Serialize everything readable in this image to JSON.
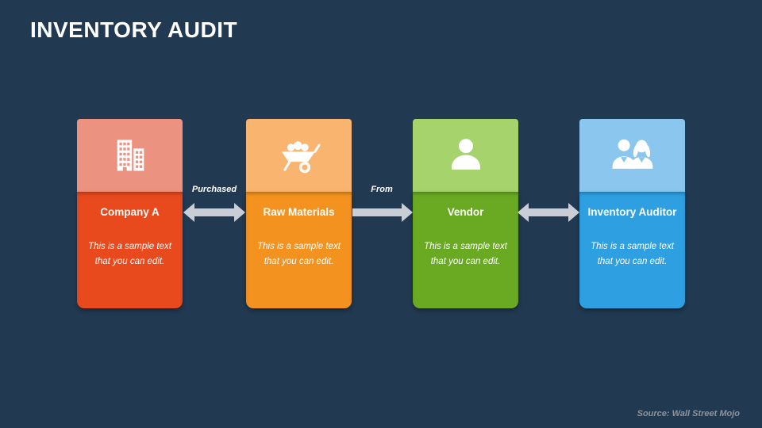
{
  "slide": {
    "title": "INVENTORY AUDIT",
    "background": "#213A52",
    "source_credit": "Source: Wall Street Mojo"
  },
  "arrow_color": "#C8CDD6",
  "cards": [
    {
      "icon": "building-icon",
      "title": "Company A",
      "body": "This is a sample text that you can edit.",
      "top_color": "#EC9280",
      "main_color": "#E8491D"
    },
    {
      "icon": "wheelbarrow-icon",
      "title": "Raw Materials",
      "body": "This is a sample text that you can edit.",
      "top_color": "#F9B56F",
      "main_color": "#F3921F"
    },
    {
      "icon": "person-icon",
      "title": "Vendor",
      "body": "This is a sample text that you can edit.",
      "top_color": "#A6D36C",
      "main_color": "#69AA22"
    },
    {
      "icon": "people-icon",
      "title": "Inventory Auditor",
      "body": "This is a sample text that you can edit.",
      "top_color": "#8AC6EE",
      "main_color": "#2E9FE1"
    }
  ],
  "connectors": [
    {
      "label": "Purchased",
      "type": "double"
    },
    {
      "label": "From",
      "type": "single"
    },
    {
      "label": "",
      "type": "double"
    }
  ]
}
